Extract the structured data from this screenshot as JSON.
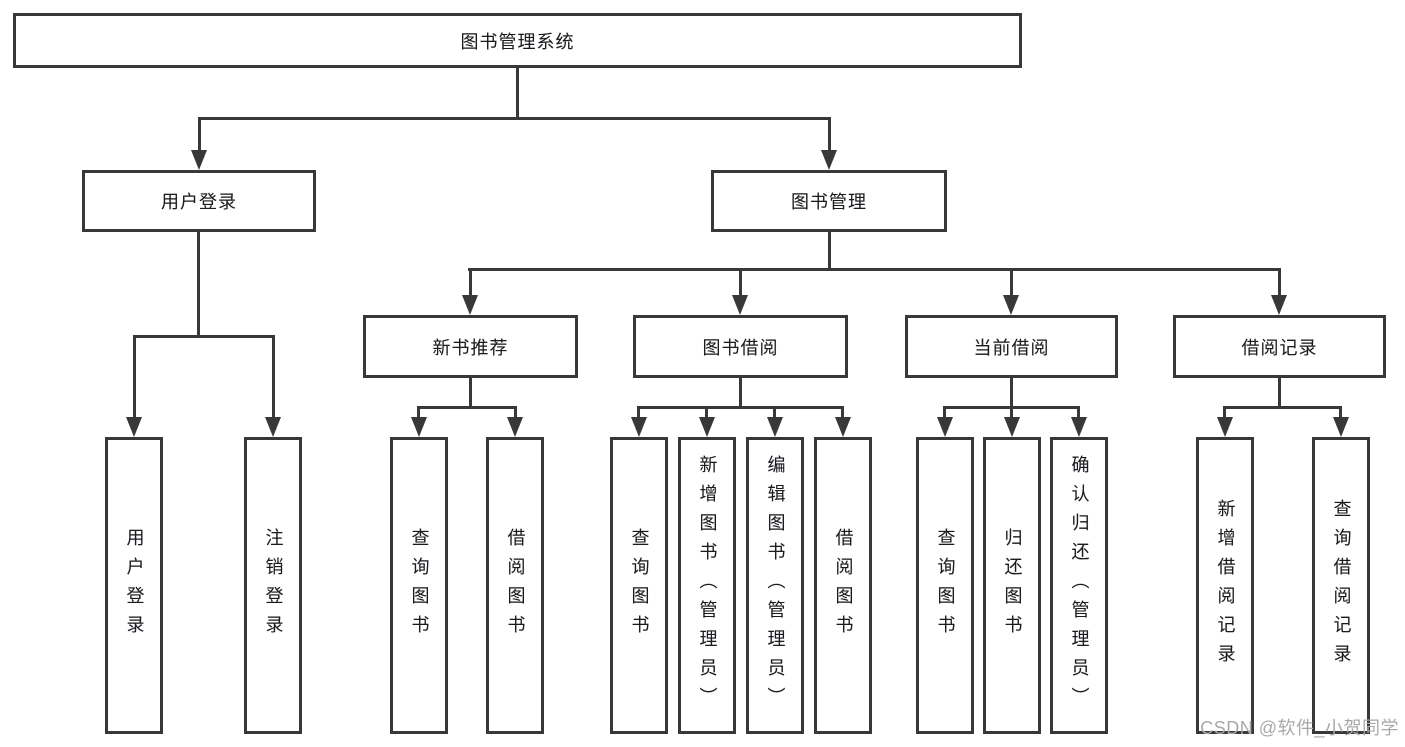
{
  "tree": {
    "root": {
      "label": "图书管理系统",
      "children": [
        {
          "label": "用户登录",
          "children": [
            {
              "label": "用户登录"
            },
            {
              "label": "注销登录"
            }
          ]
        },
        {
          "label": "图书管理",
          "children": [
            {
              "label": "新书推荐",
              "children": [
                {
                  "label": "查询图书"
                },
                {
                  "label": "借阅图书"
                }
              ]
            },
            {
              "label": "图书借阅",
              "children": [
                {
                  "label": "查询图书"
                },
                {
                  "label": "新增图书（管理员）"
                },
                {
                  "label": "编辑图书（管理员）"
                },
                {
                  "label": "借阅图书"
                }
              ]
            },
            {
              "label": "当前借阅",
              "children": [
                {
                  "label": "查询图书"
                },
                {
                  "label": "归还图书"
                },
                {
                  "label": "确认归还（管理员）"
                }
              ]
            },
            {
              "label": "借阅记录",
              "children": [
                {
                  "label": "新增借阅记录"
                },
                {
                  "label": "查询借阅记录"
                }
              ]
            }
          ]
        }
      ]
    }
  },
  "watermark": {
    "text": "CSDN @软件_小贺同学"
  },
  "colors": {
    "line": "#383838",
    "box_border": "#383838",
    "text": "#1c1c1c",
    "watermark": "#a9a9ad",
    "background": "#ffffff"
  }
}
